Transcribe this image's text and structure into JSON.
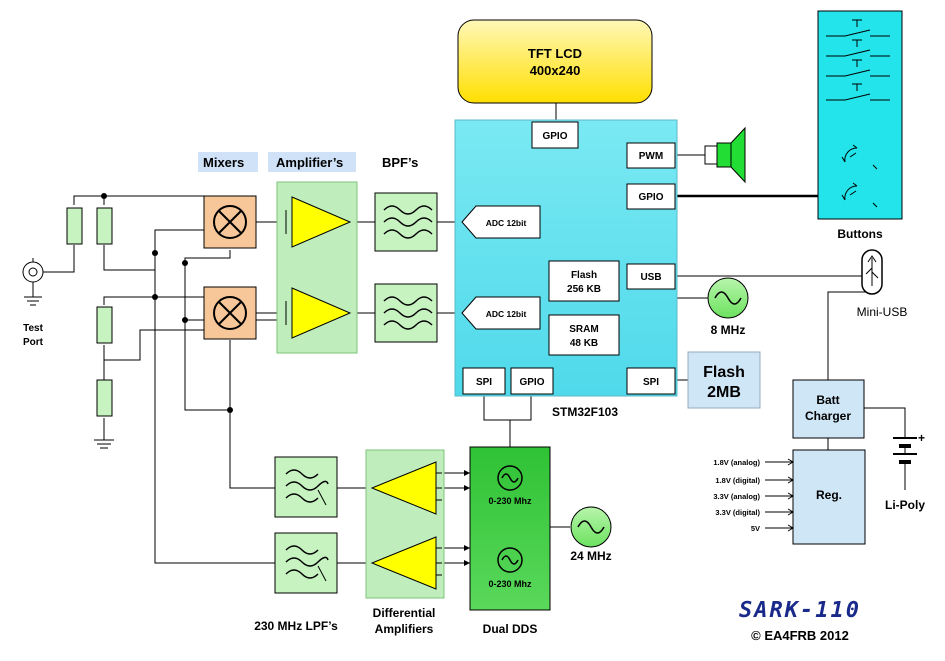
{
  "colors": {
    "mcu_fill": "#5fe0ef",
    "lcd_top": "#fff6a6",
    "lcd_bottom": "#ffe000",
    "mixer_fill": "#f7c79a",
    "amp_block": "#bfeebc",
    "amp_triangle": "#ffff00",
    "filter_fill": "#c7f3c0",
    "dds_fill": "#37c83b",
    "osc_fill": "#9cf08f",
    "flash2_fill": "#cfe6f7",
    "buttons_fill": "#22e4ea",
    "logo": "#1a2a8a"
  },
  "labels": {
    "lcd_line1": "TFT LCD",
    "lcd_line2": "400x240",
    "mixers": "Mixers",
    "amplifiers": "Amplifier’s",
    "bpfs": "BPF’s",
    "test_port_1": "Test",
    "test_port_2": "Port",
    "mcu_name": "STM32F103",
    "gpio": "GPIO",
    "pwm": "PWM",
    "usb": "USB",
    "spi": "SPI",
    "adc": "ADC 12bit",
    "flash_1": "Flash",
    "flash_2": "256 KB",
    "sram_1": "SRAM",
    "sram_2": "48 KB",
    "clock_8": "8 MHz",
    "clock_24": "24 MHz",
    "flash2mb_1": "Flash",
    "flash2mb_2": "2MB",
    "buttons": "Buttons",
    "mini_usb": "Mini-USB",
    "batt_1": "Batt",
    "batt_2": "Charger",
    "reg": "Reg.",
    "li_poly": "Li-Poly",
    "plus": "+",
    "out_18a": "1.8V (analog)",
    "out_18d": "1.8V (digital)",
    "out_33a": "3.3V (analog)",
    "out_33d": "3.3V (digital)",
    "out_5v": "5V",
    "dds_range": "0-230 Mhz",
    "dual_dds": "Dual DDS",
    "lpfs": "230 MHz LPF’s",
    "diff_1": "Differential",
    "diff_2": "Amplifiers",
    "logo": "SARK-110",
    "copyright": "© EA4FRB 2012"
  }
}
